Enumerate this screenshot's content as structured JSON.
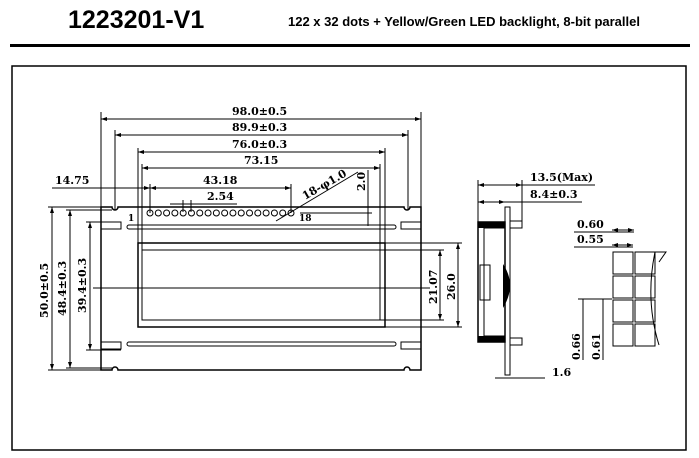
{
  "header": {
    "part_number": "1223201-V1",
    "description": "122 x 32 dots + Yellow/Green LED backlight, 8-bit parallel"
  },
  "front_view": {
    "width_outer": "98.0±0.5",
    "width_holes": "89.9±0.3",
    "width_bezel": "76.0±0.3",
    "width_viewing": "73.15",
    "pin_span": "43.18",
    "pin_offset": "14.75",
    "pin_pitch": "2.54",
    "pin_holes": "18-φ1.0",
    "pin_edge": "2.0",
    "pin_first": "1",
    "pin_last": "18",
    "height_outer": "50.0±0.5",
    "height_holes": "48.4±0.3",
    "height_inner": "39.4±0.3",
    "height_bezel": "26.0",
    "height_viewing": "21.07",
    "pin_count": 18
  },
  "side_view": {
    "thickness_max": "13.5(Max)",
    "thickness_module": "8.4±0.3",
    "pcb_thickness": "1.6"
  },
  "pixel_detail": {
    "pitch_x": "0.60",
    "dot_x": "0.55",
    "pitch_y": "0.66",
    "dot_y": "0.61"
  }
}
